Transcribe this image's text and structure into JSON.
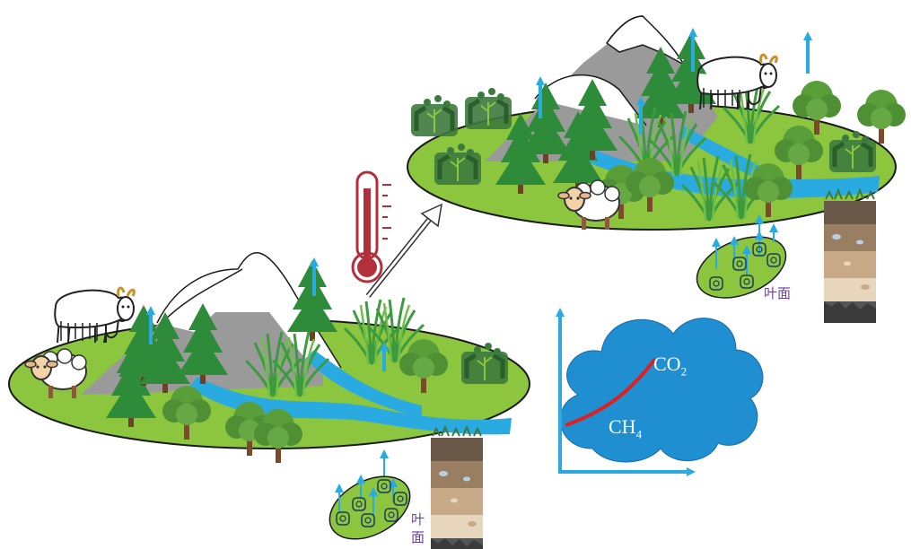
{
  "labels": {
    "leaf_surface_top": "叶面",
    "leaf_surface_bottom_line1": "叶",
    "leaf_surface_bottom_line2": "面"
  },
  "cloud": {
    "co2_base": "CO",
    "co2_sub": "2",
    "ch4_base": "CH",
    "ch4_sub": "4"
  },
  "colors": {
    "grass": "#8cc63f",
    "grass_outline": "#1a1a1a",
    "flux_arrow": "#29abe2",
    "cloud": "#1f8fd1",
    "curve": "#e02020",
    "thermometer": "#b3303a",
    "axis": "#29abe2",
    "mountain": "#9a9a9a",
    "tree_dark": "#2e8b3a"
  },
  "icons": [
    "thermometer-icon",
    "warming-arrow-icon",
    "yak-icon",
    "sheep-icon",
    "conifer-tree-icon",
    "broadleaf-tree-icon",
    "sedge-grass-icon",
    "shrub-icon",
    "soil-profile-icon",
    "microbe-icon",
    "cloud-icon"
  ]
}
